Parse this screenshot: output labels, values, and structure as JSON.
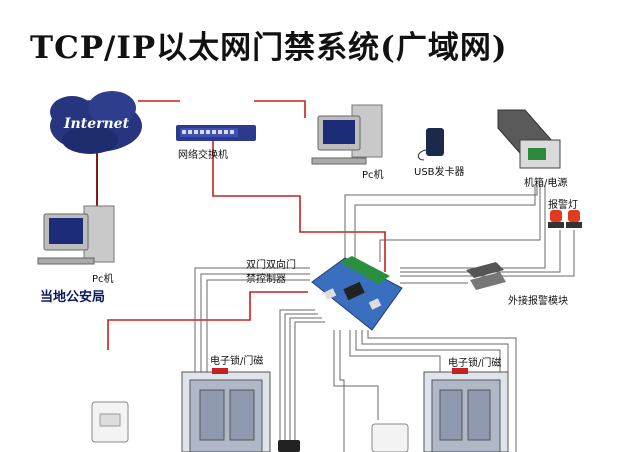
{
  "title": "TCP/IP以太网门禁系统(广域网)",
  "labels": {
    "internet": "Internet",
    "switch": "网络交换机",
    "pc_top": "Pc机",
    "usb_reader": "USB发卡器",
    "power_box": "机箱/电源",
    "alarm_lamp": "报警灯",
    "pc_left": "Pc机",
    "police": "当地公安局",
    "controller_line1": "双门双向门",
    "controller_line2": "禁控制器",
    "alarm_module": "外接报警模块",
    "lock_left": "电子锁/门磁",
    "lock_right": "电子锁/门磁"
  },
  "colors": {
    "red_wire": "#c8201e",
    "gray_wire": "#6a6a6a",
    "cloud": "#27357e",
    "board": "#3a6fc0"
  }
}
